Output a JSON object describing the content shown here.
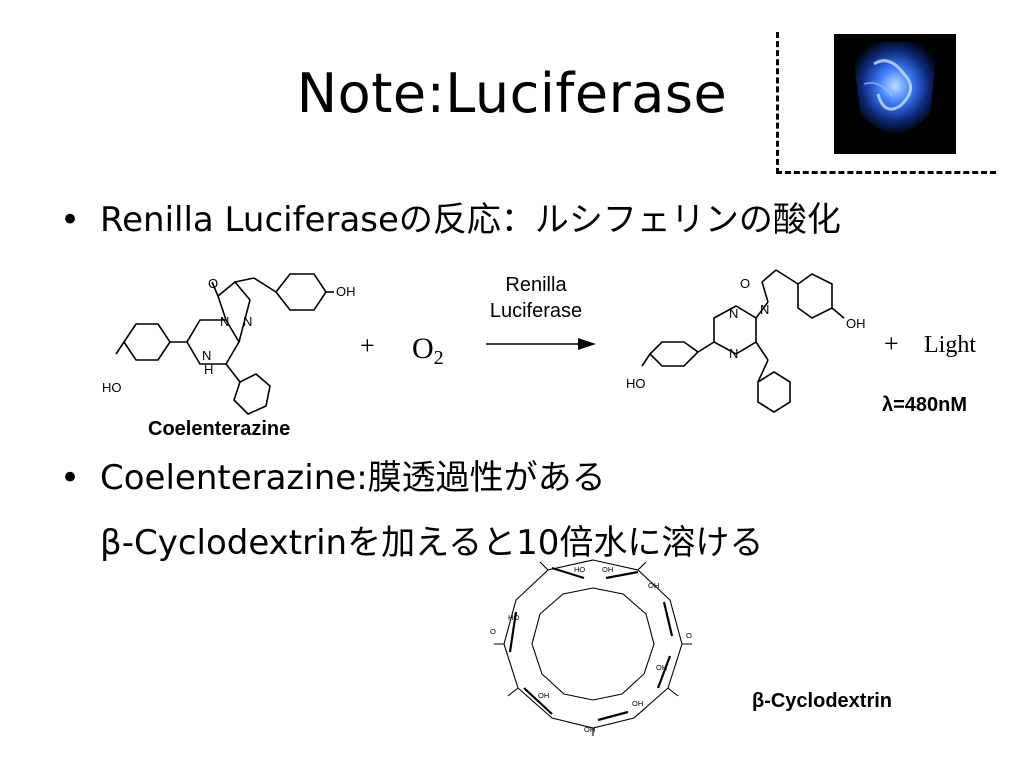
{
  "slide": {
    "title": "Note:Luciferase",
    "bullets": [
      {
        "marker": "•",
        "text": "Renilla Luciferaseの反応：ルシフェリンの酸化"
      },
      {
        "marker": "•",
        "text": "Coelenterazine:膜透過性がある"
      }
    ],
    "sub_line": "β-Cyclodextrinを加えると10倍水に溶ける"
  },
  "reaction": {
    "reactant_label": "Coelenterazine",
    "plus1": "+",
    "oxygen": "O",
    "oxygen_subscript": "2",
    "enzyme_line1": "Renilla",
    "enzyme_line2": "Luciferase",
    "plus2": "+",
    "light": "Light",
    "wavelength": "λ=480nM",
    "atoms": {
      "O": "O",
      "OH": "OH",
      "HO": "HO",
      "N": "N",
      "H": "H"
    }
  },
  "cyclodextrin": {
    "label": "β-Cyclodextrin",
    "atoms": {
      "OH": "OH",
      "HO": "HO",
      "O": "O"
    }
  },
  "colors": {
    "text": "#000000",
    "background": "#ffffff",
    "glow": "#3a7bff"
  }
}
